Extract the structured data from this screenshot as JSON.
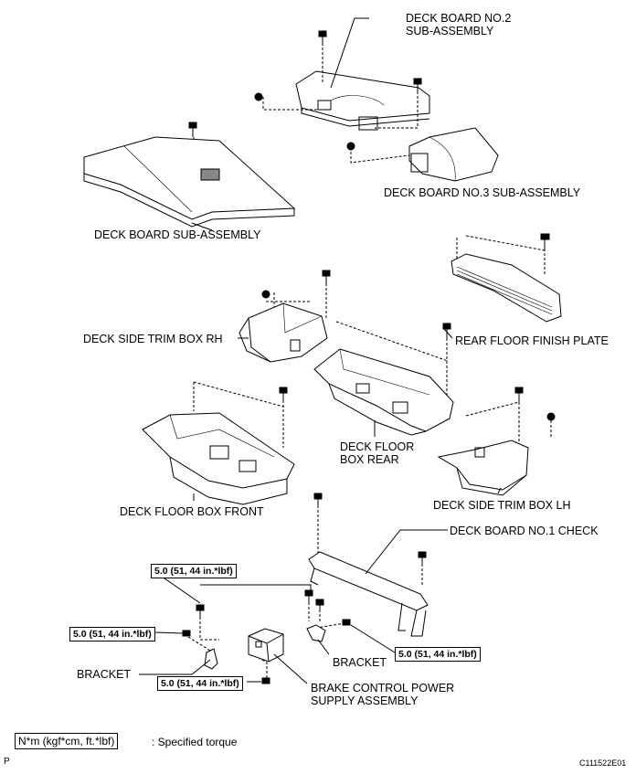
{
  "labels": {
    "deck_board_no2": [
      "DECK BOARD NO.2",
      "SUB-ASSEMBLY"
    ],
    "deck_board_no3": "DECK BOARD NO.3 SUB-ASSEMBLY",
    "deck_board": "DECK BOARD SUB-ASSEMBLY",
    "trim_box_rh": "DECK SIDE TRIM BOX RH",
    "rear_floor_finish_plate": "REAR FLOOR FINISH PLATE",
    "floor_box_rear": [
      "DECK FLOOR",
      "BOX REAR"
    ],
    "floor_box_front": "DECK FLOOR BOX FRONT",
    "trim_box_lh": "DECK SIDE TRIM BOX LH",
    "deck_board_no1": "DECK BOARD NO.1 CHECK",
    "bracket_right": "BRACKET",
    "bracket_left": "BRACKET",
    "brake_control": [
      "BRAKE CONTROL POWER",
      "SUPPLY ASSEMBLY"
    ]
  },
  "torques": {
    "top": "5.0 (51, 44 in.*lbf)",
    "left": "5.0 (51, 44 in.*lbf)",
    "right": "5.0 (51, 44 in.*lbf)",
    "bottom": "5.0 (51, 44 in.*lbf)"
  },
  "legend": {
    "box": "N*m (kgf*cm, ft.*lbf)",
    "text": ": Specified torque"
  },
  "footer": {
    "left": "P",
    "right": "C111522E01"
  }
}
